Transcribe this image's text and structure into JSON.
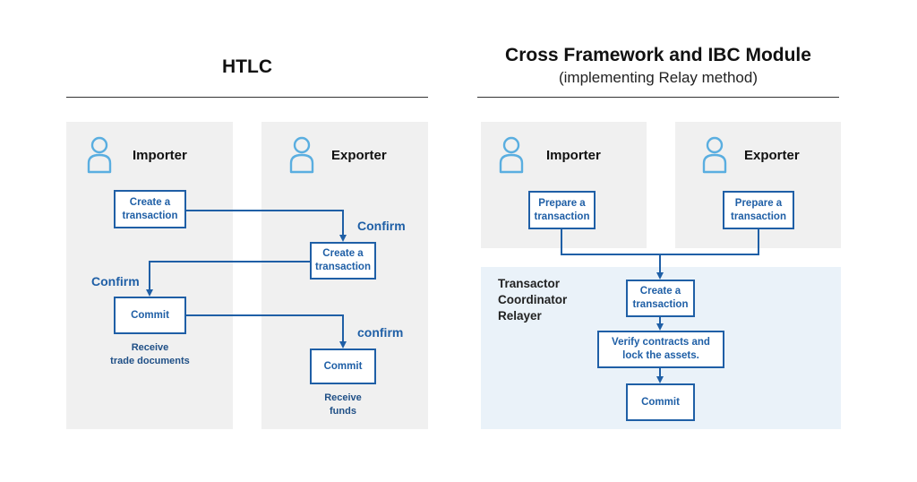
{
  "left": {
    "title": "HTLC",
    "importer_label": "Importer",
    "exporter_label": "Exporter",
    "importer_create": "Create a\ntransaction",
    "exporter_create": "Create a\ntransaction",
    "confirm_1": "Confirm",
    "confirm_2": "Confirm",
    "confirm_3": "confirm",
    "importer_commit": "Commit",
    "exporter_commit": "Commit",
    "importer_receive": "Receive\ntrade documents",
    "exporter_receive": "Receive\nfunds"
  },
  "right": {
    "title": "Cross Framework and IBC Module",
    "subtitle": "(implementing Relay method)",
    "importer_label": "Importer",
    "exporter_label": "Exporter",
    "importer_prepare": "Prepare a\ntransaction",
    "exporter_prepare": "Prepare a\ntransaction",
    "coordinator_label": "Transactor\nCoordinator\nRelayer",
    "create": "Create a\ntransaction",
    "verify": "Verify contracts and\nlock the assets.",
    "commit": "Commit"
  },
  "colors": {
    "accent": "#1f5fa6",
    "person_icon": "#5aaee0",
    "panel_gray": "#f0f0f0",
    "panel_blue": "#eaf2f9"
  }
}
